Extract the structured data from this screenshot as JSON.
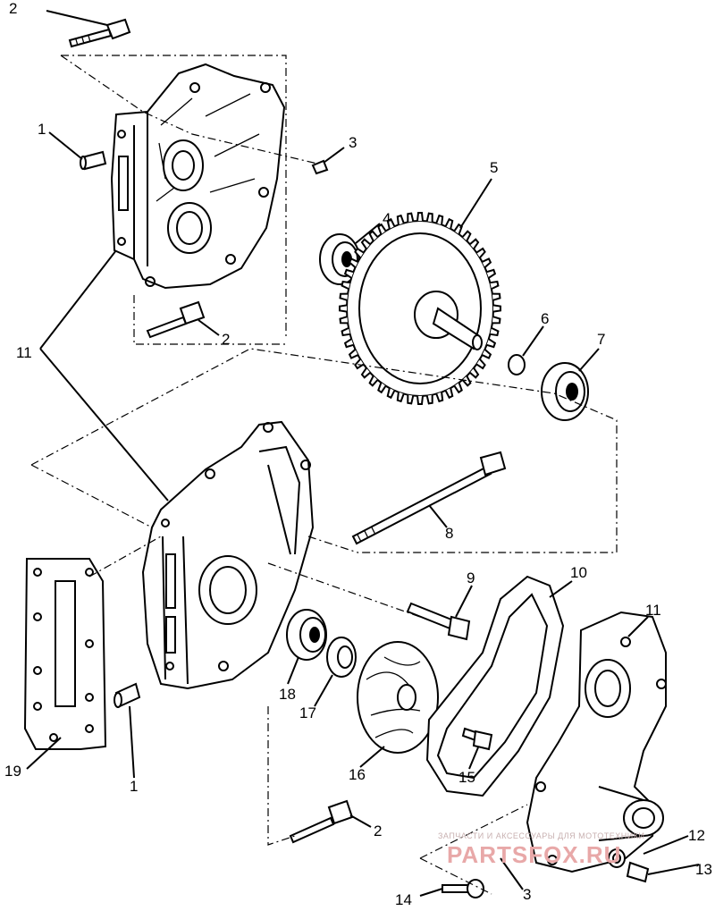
{
  "callouts": [
    {
      "id": "c2a",
      "text": "2"
    },
    {
      "id": "c1a",
      "text": "1"
    },
    {
      "id": "c3a",
      "text": "3"
    },
    {
      "id": "c5",
      "text": "5"
    },
    {
      "id": "c4",
      "text": "4"
    },
    {
      "id": "c2b",
      "text": "2"
    },
    {
      "id": "c6",
      "text": "6"
    },
    {
      "id": "c7",
      "text": "7"
    },
    {
      "id": "c11a",
      "text": "11"
    },
    {
      "id": "c8",
      "text": "8"
    },
    {
      "id": "c9",
      "text": "9"
    },
    {
      "id": "c10",
      "text": "10"
    },
    {
      "id": "c11b",
      "text": "11"
    },
    {
      "id": "c18",
      "text": "18"
    },
    {
      "id": "c17",
      "text": "17"
    },
    {
      "id": "c16",
      "text": "16"
    },
    {
      "id": "c15",
      "text": "15"
    },
    {
      "id": "c19",
      "text": "19"
    },
    {
      "id": "c1b",
      "text": "1"
    },
    {
      "id": "c2c",
      "text": "2"
    },
    {
      "id": "c12",
      "text": "12"
    },
    {
      "id": "c13",
      "text": "13"
    },
    {
      "id": "c3b",
      "text": "3"
    },
    {
      "id": "c14",
      "text": "14"
    }
  ],
  "watermark": {
    "top_text": "ЗАПЧАСТИ И АКСЕССУАРЫ ДЛЯ МОТОТЕХНИКИ",
    "brand": "PARTSFOX.RU"
  },
  "colors": {
    "line": "#000000",
    "background": "#ffffff",
    "watermark": "#e8a8a8"
  }
}
